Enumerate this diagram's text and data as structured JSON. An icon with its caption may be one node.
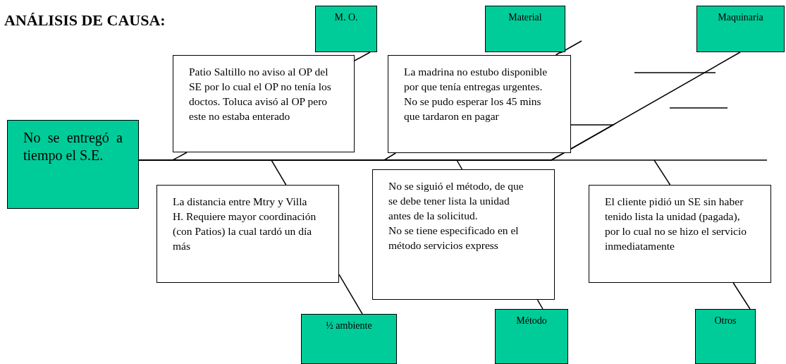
{
  "diagram": {
    "title": "ANÁLISIS DE CAUSA:",
    "nodes": [
      {
        "text": [
          "M. O."
        ]
      },
      {
        "text": [
          "Material"
        ]
      },
      {
        "text": [
          "Maquinaria"
        ]
      },
      {
        "text": [
          "Patio Saltillo no aviso al OP del SE por lo cual el OP no tenía los doctos. Toluca avisó al OP pero este no estaba enterado"
        ]
      },
      {
        "text": [
          "La madrina no estubo disponible por que tenía entregas urgentes. No se pudo esperar los 45 mins que tardaron en pagar"
        ]
      },
      {
        "text": [
          "No se entregó a tiempo el S.E."
        ]
      },
      {
        "text": [
          "La distancia entre Mtry y Villa H. Requiere mayor coordinación (con Patios) la cual tardó un día más"
        ]
      },
      {
        "text": [
          "No se siguió el método, de que se debe tener lista la unidad antes de la solicitud.",
          "No se tiene especificado en el método servicios express"
        ]
      },
      {
        "text": [
          "El cliente pidió un SE sin haber tenido lista la unidad (pagada), por lo cual no se hizo el servicio inmediatamente"
        ]
      },
      {
        "text": [
          "½ ambiente"
        ]
      },
      {
        "text": [
          "Método"
        ]
      },
      {
        "text": [
          "Otros"
        ]
      }
    ],
    "edges": [
      {
        "from": 0,
        "to": 3,
        "arrow": "none"
      },
      {
        "from": 3,
        "to": 5,
        "arrow": "none"
      },
      {
        "from": 1,
        "to": 4,
        "arrow": "none"
      },
      {
        "from": 4,
        "to": 5,
        "arrow": "none"
      },
      {
        "from": 2,
        "to": 5,
        "arrow": "none"
      },
      {
        "from": 4,
        "to": 5,
        "arrow": "none"
      },
      {
        "from": 9,
        "to": 6,
        "arrow": "none"
      },
      {
        "from": 6,
        "to": 5,
        "arrow": "none"
      },
      {
        "from": 10,
        "to": 7,
        "arrow": "none"
      },
      {
        "from": 7,
        "to": 5,
        "arrow": "none"
      },
      {
        "from": 11,
        "to": 8,
        "arrow": "none"
      },
      {
        "from": 8,
        "to": 5,
        "arrow": "none"
      }
    ]
  }
}
